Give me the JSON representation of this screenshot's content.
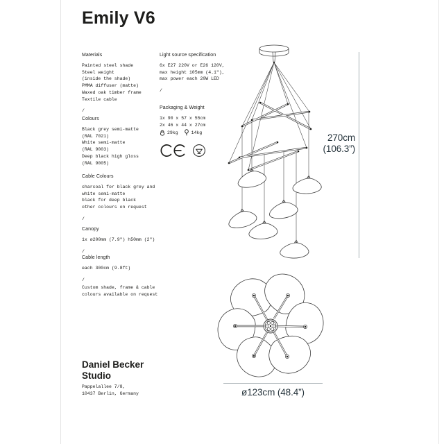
{
  "page": {
    "title": "Emily V6"
  },
  "left": {
    "materials": {
      "heading": "Materials",
      "lines": [
        "Painted steel shade",
        "Steel weight",
        "(inside the shade)",
        "PMMA diffuser (matte)",
        "Waxed oak timber frame",
        "Textile cable"
      ],
      "divider": "/"
    },
    "colours": {
      "heading": "Colours",
      "lines": [
        "Black grey semi-matte",
        "(RAL 7021)",
        "White semi-matte",
        "(RAL 9003)",
        "Deep black high gloss",
        "(RAL 9005)"
      ]
    },
    "cable_colours": {
      "heading": "Cable Colours",
      "lines": [
        "charcoal for black grey and",
        "white semi-matte",
        "black for deep black",
        "other colours on request"
      ],
      "divider": "/"
    },
    "canopy": {
      "heading": "Canopy",
      "lines": [
        "1x ø200mm (7.9\") h50mm (2\")"
      ],
      "divider": "/"
    },
    "cable_length": {
      "heading": "Cable length",
      "lines": [
        "each 300cm (9.8ft)"
      ],
      "divider": "/"
    },
    "custom_note": {
      "lines": [
        "Custom shade, frame & cable",
        "colours available on request"
      ]
    }
  },
  "middle": {
    "light_source": {
      "heading": "Light source specification",
      "lines": [
        "6x E27 220V or E26 120V,",
        "max height 105mm (4.1\"),",
        "max power each 20W LED"
      ],
      "divider": "/"
    },
    "packaging": {
      "heading": "Packaging & Weight",
      "lines": [
        "1x 90 x 57 x 55cm",
        "2x 46 x 44 x 27cm"
      ],
      "gross_weight": "29kg",
      "net_weight": "14kg",
      "gross_icon": "package-weight-icon",
      "net_icon": "net-weight-icon"
    },
    "certifications": {
      "icons": [
        "ce-mark-icon",
        "lamp-certification-icon"
      ]
    }
  },
  "dimensions": {
    "height_cm": "270cm",
    "height_in": "(106.3”)",
    "diameter": "ø123cm (48.4”)"
  },
  "footer": {
    "studio_line1": "Daniel Becker",
    "studio_line2": "Studio",
    "address": [
      "Pappelallee 7/8,",
      "10437 Berlin, Germany"
    ]
  },
  "colors": {
    "text": "#1d1d1b",
    "dimension_text": "#25333b",
    "drawing_line": "#3c3c3c",
    "dimension_line": "#a7b0b4"
  }
}
